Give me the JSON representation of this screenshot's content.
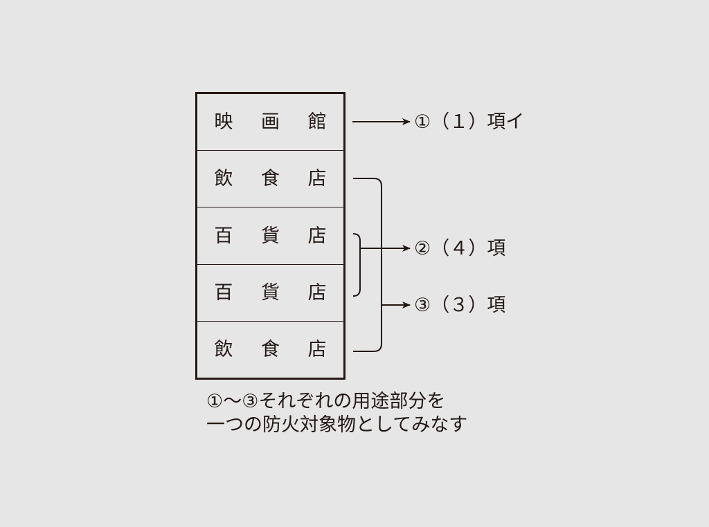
{
  "building": {
    "floors": [
      {
        "label": "映 画 館"
      },
      {
        "label": "飲 食 店"
      },
      {
        "label": "百 貨 店"
      },
      {
        "label": "百 貨 店"
      },
      {
        "label": "飲 食 店"
      }
    ]
  },
  "results": {
    "r1": "①（１）項イ",
    "r2": "②（４）項",
    "r3": "③（３）項"
  },
  "caption": {
    "line1": "①〜③それぞれの用途部分を",
    "line2": "一つの防火対象物としてみなす"
  },
  "colors": {
    "ink": "#231815",
    "background": "#e6e6e6"
  }
}
